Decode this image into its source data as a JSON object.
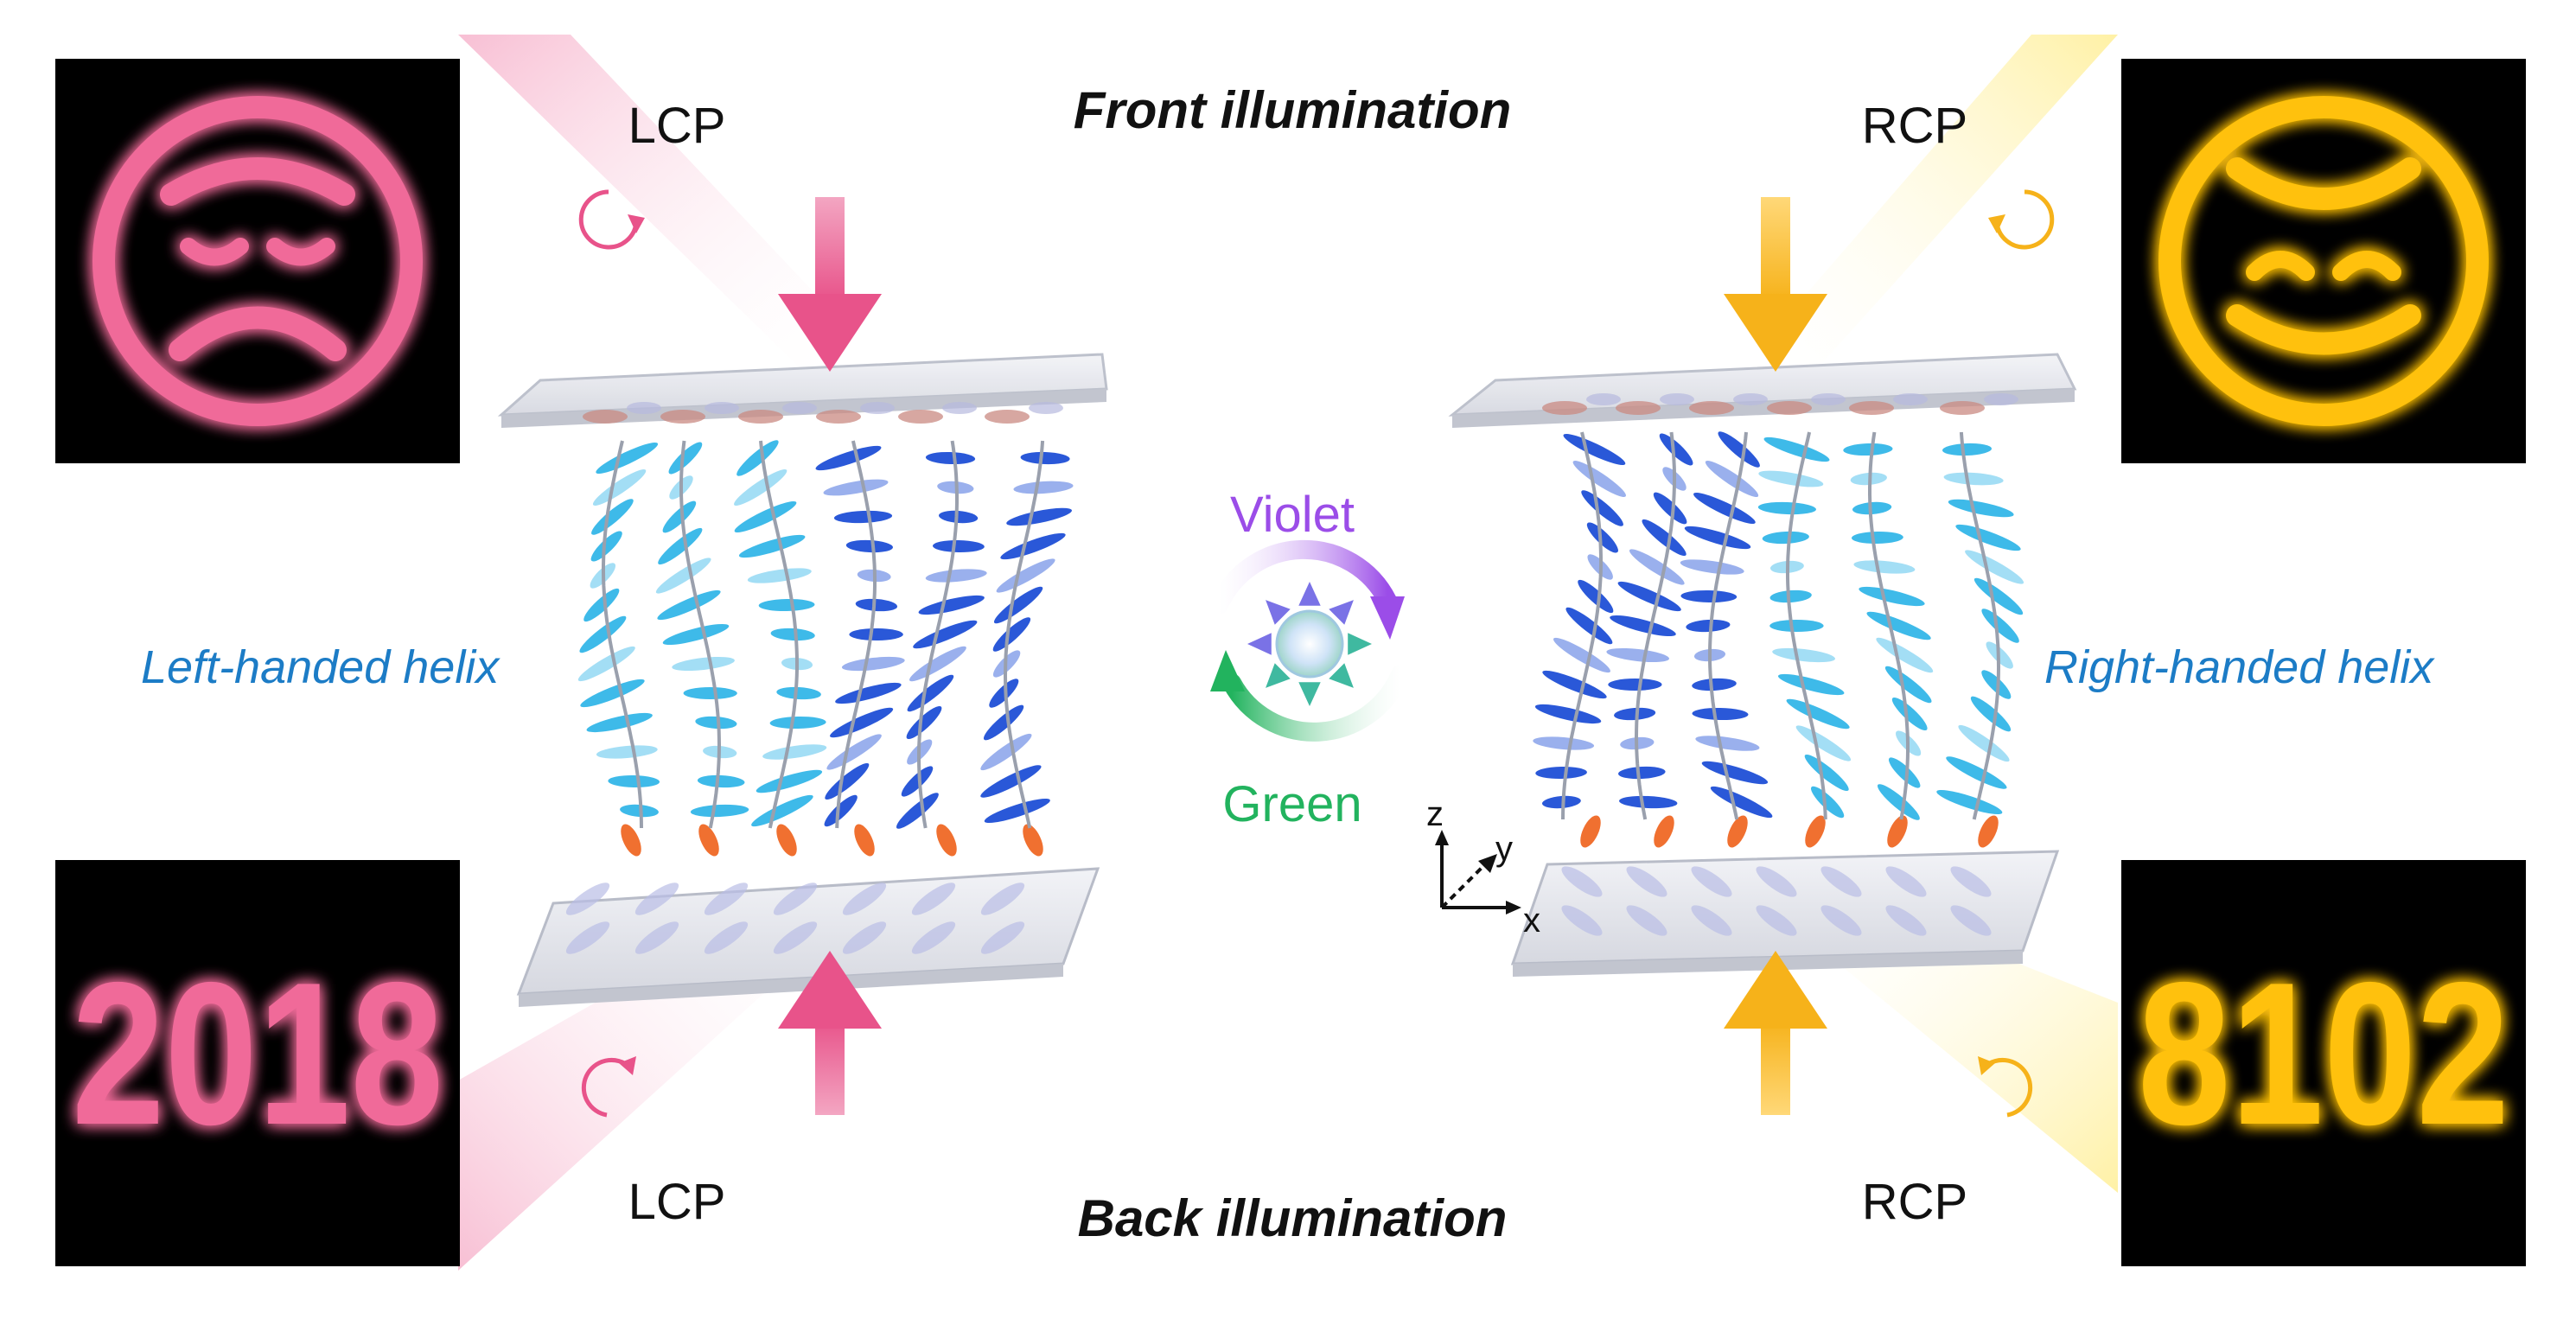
{
  "labels": {
    "front": "Front illumination",
    "back": "Back illumination",
    "lcp_top": "LCP",
    "lcp_bottom": "LCP",
    "rcp_top": "RCP",
    "rcp_bottom": "RCP",
    "left_helix": "Left-handed helix",
    "right_helix": "Right-handed helix",
    "violet": "Violet",
    "green": "Green",
    "axis_z": "z",
    "axis_y": "y",
    "axis_x": "x"
  },
  "panels": {
    "top_left": {
      "type": "sad-face"
    },
    "top_right": {
      "type": "happy-face"
    },
    "bottom_left": {
      "text": "2018"
    },
    "bottom_right": {
      "text": "8102"
    }
  },
  "colors": {
    "pink": "#e8538a",
    "yellow": "#f7b500",
    "blue_label": "#1c7cc6",
    "violet": "#9b4de8",
    "green": "#22b35e",
    "cyan": "#34b6e8",
    "dark_blue": "#1f4fd6",
    "orange": "#f07030"
  }
}
